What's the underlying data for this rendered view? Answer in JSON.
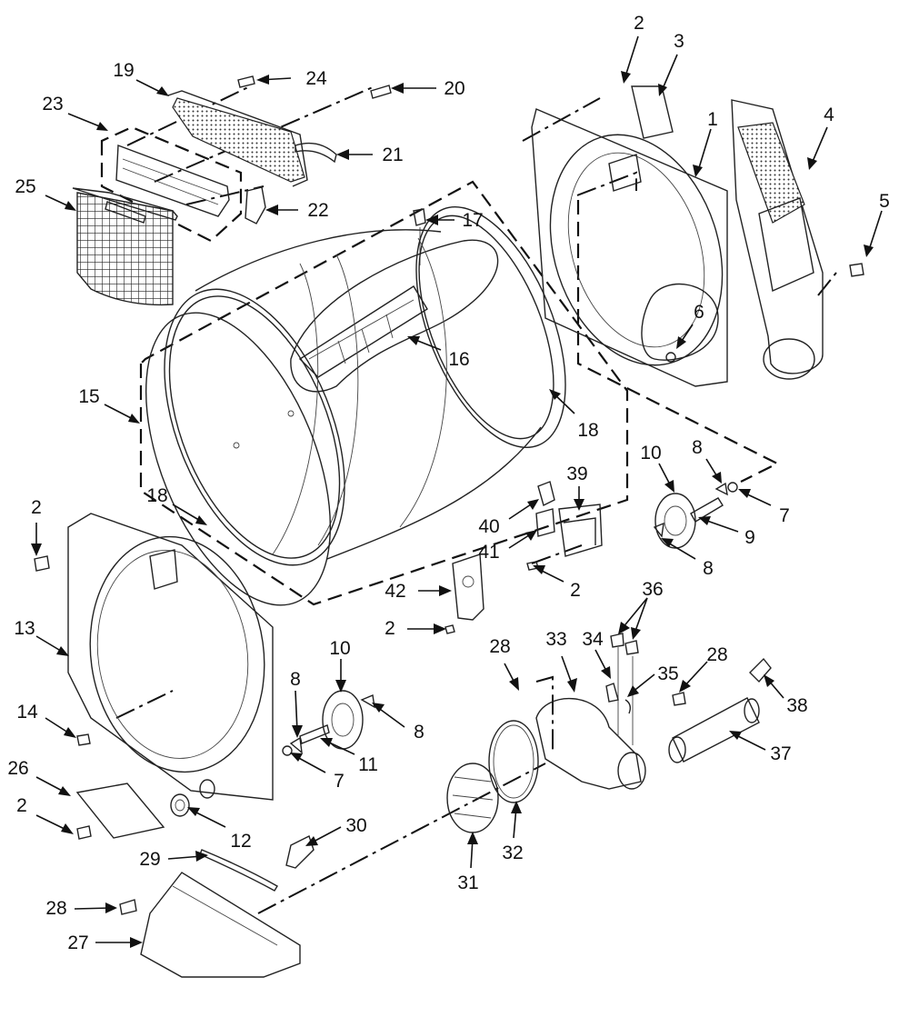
{
  "diagram": {
    "labels": {
      "p1": "1",
      "p2": "2",
      "p3": "3",
      "p4": "4",
      "p5": "5",
      "p6": "6",
      "p7": "7",
      "p8": "8",
      "p9": "9",
      "p10": "10",
      "p11": "11",
      "p12": "12",
      "p13": "13",
      "p14": "14",
      "p15": "15",
      "p16": "16",
      "p17": "17",
      "p18": "18",
      "p19": "19",
      "p20": "20",
      "p21": "21",
      "p22": "22",
      "p23": "23",
      "p24": "24",
      "p25": "25",
      "p26": "26",
      "p27": "27",
      "p28": "28",
      "p29": "29",
      "p30": "30",
      "p31": "31",
      "p32": "32",
      "p33": "33",
      "p34": "34",
      "p35": "35",
      "p36": "36",
      "p37": "37",
      "p38": "38",
      "p39": "39",
      "p40": "40",
      "p41": "41",
      "p42": "42"
    }
  }
}
